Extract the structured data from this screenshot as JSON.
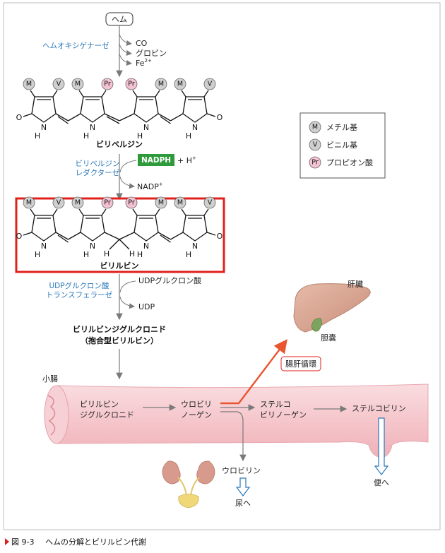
{
  "start": {
    "label": "ヘム"
  },
  "heme_oxygenase": {
    "enzyme": "ヘムオキシゲナーゼ",
    "products": [
      "CO",
      "グロビン",
      "Fe"
    ],
    "fe_sup": "2+"
  },
  "badges": {
    "m": "M",
    "v": "V",
    "pr": "Pr"
  },
  "atoms": {
    "o": "O",
    "n": "N",
    "h": "H"
  },
  "biliverdin": {
    "name": "ビリベルジン"
  },
  "reductase": {
    "enzyme_line1": "ビリベルジン",
    "enzyme_line2": "レダクターゼ",
    "cofactor": "NADPH",
    "plus_h": "+ H",
    "h_sup": "+",
    "product": "NADP",
    "product_sup": "+"
  },
  "bilirubin": {
    "name": "ビリルビン"
  },
  "ugt": {
    "enzyme_line1": "UDPグルクロン酸",
    "enzyme_line2": "トランスフェラーゼ",
    "substrate": "UDPグルクロン酸",
    "product": "UDP"
  },
  "conjugate": {
    "line1": "ビリルビンジグルクロニド",
    "line2": "（抱合型ビリルビン）"
  },
  "legend": [
    {
      "badge": "M",
      "text": "メチル基",
      "color": "#cfcfcf"
    },
    {
      "badge": "V",
      "text": "ビニル基",
      "color": "#cfcfcf"
    },
    {
      "badge": "Pr",
      "text": "プロピオン酸",
      "color": "#f4c2d3"
    }
  ],
  "liver": {
    "label": "肝臓",
    "gallbladder": "胆嚢"
  },
  "enterohepatic": {
    "label": "腸肝循環"
  },
  "intestine": {
    "label": "小腸",
    "node1_line1": "ビリルビン",
    "node1_line2": "ジグルクロニド",
    "node2_line1": "ウロビリ",
    "node2_line2": "ノーゲン",
    "node3_line1": "ステルコ",
    "node3_line2": "ビリノーゲン",
    "node4": "ステルコビリン"
  },
  "urine": {
    "compound": "ウロビリン",
    "dest": "尿へ"
  },
  "feces": {
    "dest": "便へ"
  },
  "caption": {
    "number": "図 9-3",
    "title": "ヘムの分解とビリルビン代謝"
  },
  "colors": {
    "highlight": "#e0201c",
    "enzyme": "#2a78b8",
    "nadph": "#2e9a3c",
    "gut": "#f5c9cd",
    "liver": "#d9a795",
    "arrow": "#e8552f"
  }
}
